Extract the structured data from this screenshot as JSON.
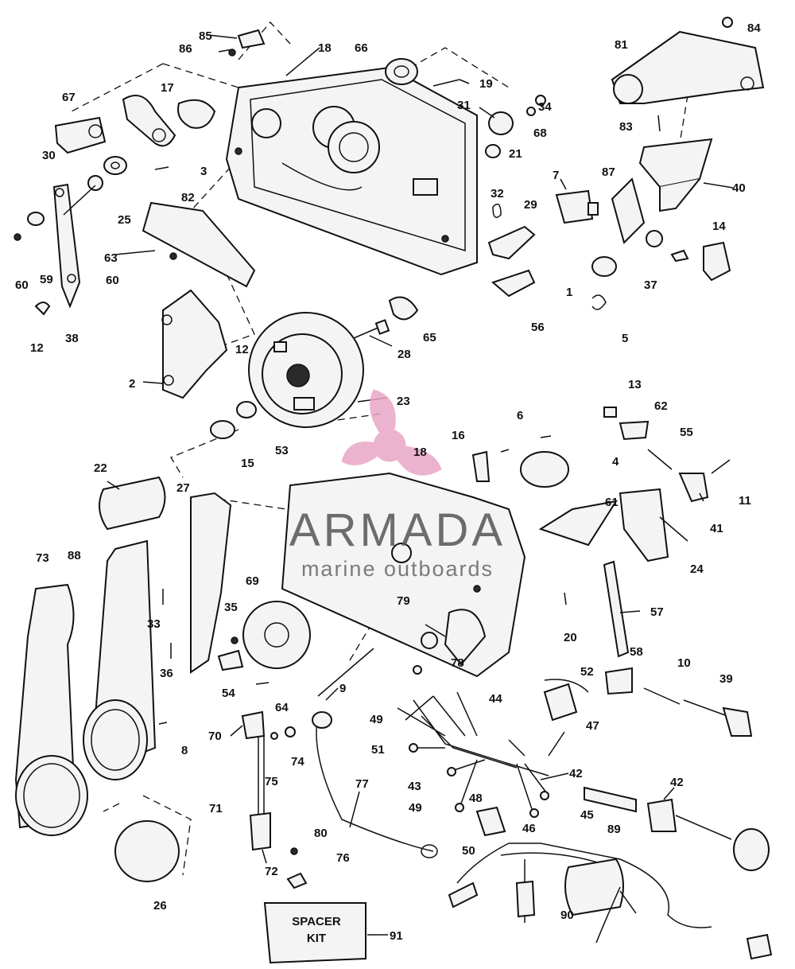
{
  "watermark": {
    "brand_name": "ARMADA",
    "tagline": "marine outboards",
    "accent_color": "#e9a6c6"
  },
  "spacer_kit": {
    "line1": "SPACER",
    "line2": "KIT"
  },
  "callouts": [
    "1",
    "2",
    "3",
    "4",
    "5",
    "6",
    "7",
    "8",
    "9",
    "10",
    "11",
    "12",
    "13",
    "14",
    "15",
    "16",
    "17",
    "18",
    "19",
    "20",
    "21",
    "22",
    "23",
    "24",
    "25",
    "26",
    "27",
    "28",
    "29",
    "30",
    "31",
    "32",
    "33",
    "34",
    "35",
    "36",
    "37",
    "38",
    "39",
    "40",
    "41",
    "42",
    "43",
    "44",
    "45",
    "46",
    "47",
    "48",
    "49",
    "50",
    "51",
    "52",
    "53",
    "54",
    "55",
    "56",
    "57",
    "58",
    "59",
    "60",
    "61",
    "62",
    "63",
    "64",
    "65",
    "66",
    "67",
    "68",
    "69",
    "70",
    "71",
    "72",
    "73",
    "74",
    "75",
    "76",
    "77",
    "78",
    "79",
    "80",
    "81",
    "82",
    "83",
    "84",
    "85",
    "86",
    "87",
    "88",
    "89",
    "90",
    "91"
  ]
}
